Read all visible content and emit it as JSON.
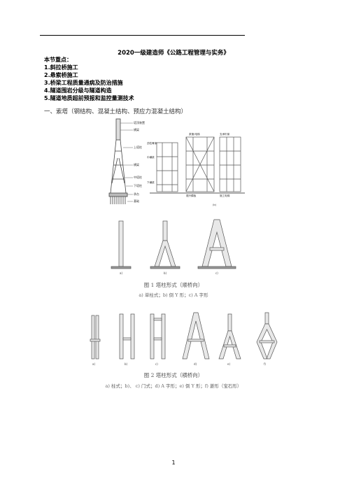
{
  "header": {
    "title": "2020一级建造师《公路工程管理与实务》"
  },
  "intro": {
    "label": "本节重点："
  },
  "key_points": [
    "1.斜拉桥施工",
    "2.悬索桥施工",
    "3.桥梁工程质量通病及防治措施",
    "4.隧道围岩分级与隧道构造",
    "5.隧道地质超前预报和监控量测技术"
  ],
  "section": {
    "title": "一、索塔（钢结构、混凝土结构、预应力混凝土结构）"
  },
  "figure_top": {
    "labels": [
      "塔顶装置",
      "横梁",
      "上塔柱",
      "横梁",
      "中塔柱",
      "下塔柱",
      "承台",
      "基础",
      "劲性骨架",
      "中横梁",
      "下横梁",
      "泵管/电梯",
      "爬升模板",
      "支承桁架",
      "施工电梯"
    ],
    "sub": "(b)"
  },
  "figure1": {
    "panel_labels": [
      "a)",
      "b)",
      "c)"
    ],
    "caption": "图 1  塔柱形式（顺桥向）",
    "subcaption": "a) 单柱式；b) 倒 Y 形；c) A 字形"
  },
  "figure2": {
    "panel_labels": [
      "a)",
      "b)",
      "c)",
      "d)",
      "e)",
      "f)"
    ],
    "caption": "图 2  塔柱形式（横桥向）",
    "subcaption": "a) 柱式；b)、 c) 门式；d) A 字形；e) 倒 Y 形；f) 菱形（宝石形）"
  },
  "footer": {
    "page": "1"
  }
}
